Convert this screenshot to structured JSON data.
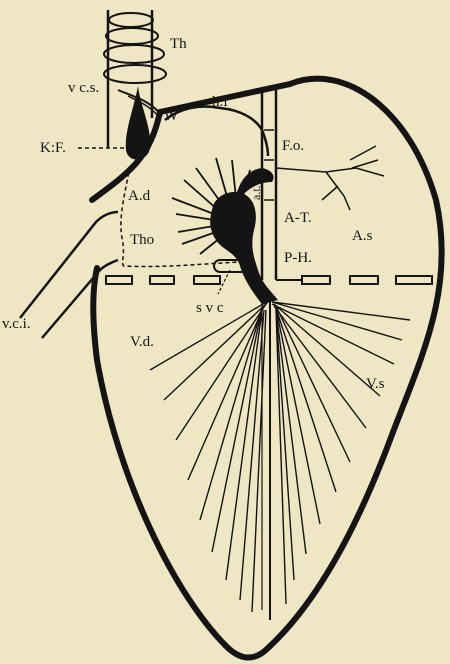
{
  "figure": {
    "background": "#efe6c4",
    "ink": "#141414",
    "labels": {
      "th": "Th",
      "vcs": "v c.s.",
      "w": "W",
      "hf": "h.f",
      "kf": "K:F.",
      "fo": "F.o.",
      "ad": "A.d",
      "at_small": "a.t.",
      "at": "A-T.",
      "as": "A.s",
      "tho": "Tho",
      "ph": "P-H.",
      "svc": "s v c",
      "vci": "v.c.i.",
      "vd": "V.d.",
      "vs": "V.s"
    }
  }
}
